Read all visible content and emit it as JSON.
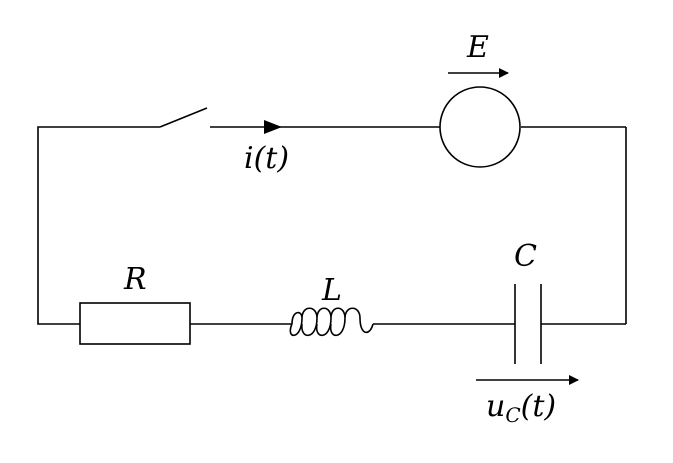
{
  "labels": {
    "emf": "E",
    "current": "i(t)",
    "resistor": "R",
    "inductor": "L",
    "capacitor": "C",
    "capacitor_voltage": {
      "base": "u",
      "subscript": "C",
      "arg": "(t)"
    }
  },
  "colors": {
    "stroke": "#000000",
    "background": "#ffffff"
  }
}
